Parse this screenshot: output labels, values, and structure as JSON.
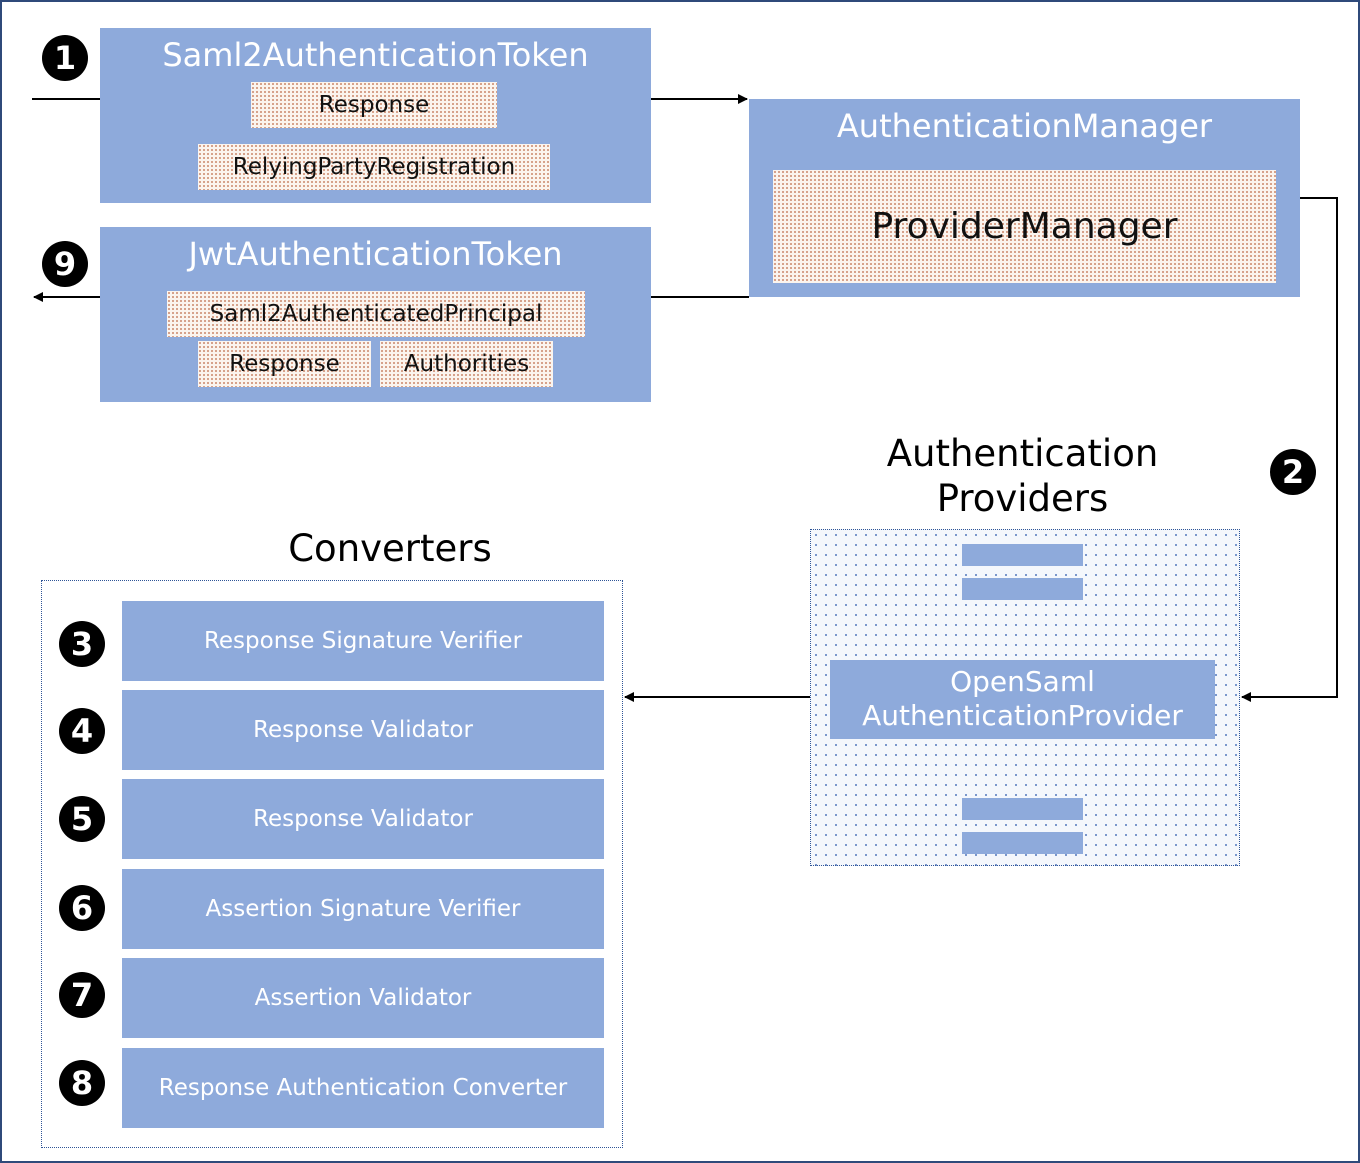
{
  "saml_token": {
    "title": "Saml2AuthenticationToken",
    "items": [
      "Response",
      "RelyingPartyRegistration"
    ]
  },
  "jwt_token": {
    "title": "JwtAuthenticationToken",
    "principal": "Saml2AuthenticatedPrincipal",
    "items": [
      "Response",
      "Authorities"
    ]
  },
  "auth_manager": {
    "title": "AuthenticationManager",
    "provider": "ProviderManager"
  },
  "providers": {
    "label_line1": "Authentication",
    "label_line2": "Providers",
    "main_line1": "OpenSaml",
    "main_line2": "AuthenticationProvider"
  },
  "converters": {
    "label": "Converters",
    "items": [
      {
        "badge": "3",
        "label": "Response Signature Verifier"
      },
      {
        "badge": "4",
        "label": "Response Validator"
      },
      {
        "badge": "5",
        "label": "Response Validator"
      },
      {
        "badge": "6",
        "label": "Assertion Signature Verifier"
      },
      {
        "badge": "7",
        "label": "Assertion Validator"
      },
      {
        "badge": "8",
        "label": "Response Authentication Converter"
      }
    ]
  },
  "badges": {
    "start": "1",
    "manager": "2",
    "end": "9"
  },
  "colors": {
    "box": "#8eaadb",
    "border": "#2f4a7a",
    "badge": "#000000"
  }
}
